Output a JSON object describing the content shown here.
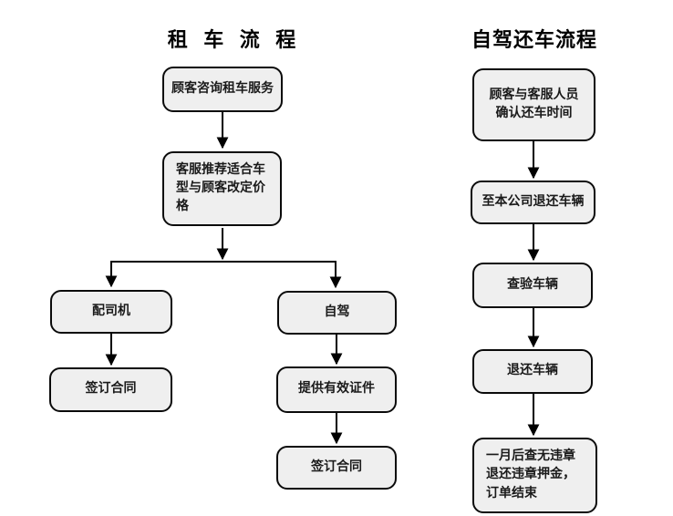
{
  "left_flow": {
    "title": "租 车 流 程",
    "nodes": [
      {
        "id": "customer-inquiry",
        "label": "顾客咨询租车服务"
      },
      {
        "id": "recommend-model-price",
        "label": "客服推荐适合车\n型与顾客改定价\n格"
      },
      {
        "id": "with-driver",
        "label": "配司机"
      },
      {
        "id": "self-drive",
        "label": "自驾"
      },
      {
        "id": "sign-contract-driver",
        "label": "签订合同"
      },
      {
        "id": "provide-valid-documents",
        "label": "提供有效证件"
      },
      {
        "id": "sign-contract-selfdrive",
        "label": "签订合同"
      }
    ]
  },
  "right_flow": {
    "title": "自驾还车流程",
    "nodes": [
      {
        "id": "confirm-return-time",
        "label": "顾客与客服人员\n确认还车时间"
      },
      {
        "id": "return-to-company",
        "label": "至本公司退还车辆"
      },
      {
        "id": "inspect-vehicle",
        "label": "查验车辆"
      },
      {
        "id": "return-vehicle",
        "label": "退还车辆"
      },
      {
        "id": "refund-deposit-order-end",
        "label": "一月后查无违章\n退还违章押金，\n订单结束"
      }
    ]
  },
  "colors": {
    "node_fill": "#efefef",
    "node_border": "#0a0a0a",
    "line": "#000000",
    "background": "#ffffff"
  }
}
